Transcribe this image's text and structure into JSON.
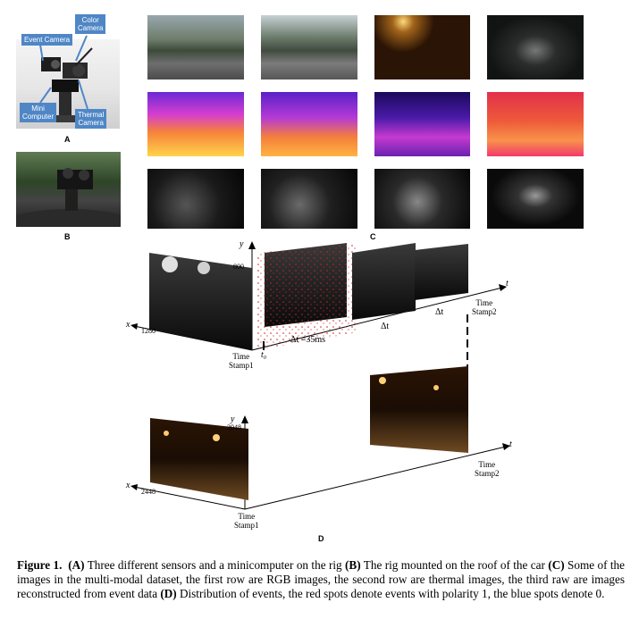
{
  "panel_a": {
    "label": "A",
    "callouts": {
      "event_camera": "Event Camera",
      "color_camera": "Color\nCamera",
      "mini_computer": "Mini\nComputer",
      "thermal_camera": "Thermal\nCamera"
    }
  },
  "panel_b": {
    "label": "B"
  },
  "panel_c": {
    "label": "C"
  },
  "panel_d": {
    "label": "D",
    "top": {
      "y_axis": "y",
      "x_axis": "x",
      "t_axis": "t",
      "y_tick": "800",
      "x_tick": "1280",
      "t0": "t₀",
      "dt_first": "Δt  =35ms",
      "dt_second": "Δt",
      "dt_third": "Δt",
      "stamp1": "Time\nStamp1",
      "stamp2": "Time\nStamp2"
    },
    "bottom": {
      "y_axis": "y",
      "x_axis": "x",
      "t_axis": "t",
      "y_tick": "2048",
      "x_tick": "2448",
      "stamp1": "Time\nStamp1",
      "stamp2": "Time\nStamp2"
    }
  },
  "caption": {
    "figure_label": "Figure 1.",
    "a_tag": "(A)",
    "a_text": " Three different sensors and a minicomputer on the rig ",
    "b_tag": "(B)",
    "b_text": " The rig mounted on the roof of the car ",
    "c_tag": "(C)",
    "c_text": " Some of the images in the multi-modal dataset, the first row are RGB images, the second row are thermal images, the third raw are images reconstructed from event data ",
    "d_tag": "(D)",
    "d_text": " Distribution of events, the red spots denote events with polarity 1, the blue spots denote 0."
  },
  "colors": {
    "callout_blue": "#4f86c6",
    "event_red": "#c0262b"
  }
}
